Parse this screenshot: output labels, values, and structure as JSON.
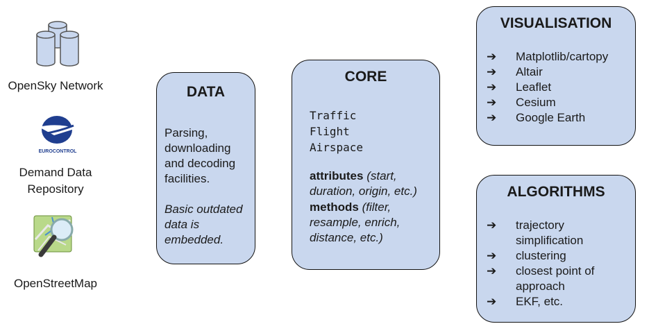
{
  "sources": [
    {
      "label": "OpenSky Network",
      "icon": "database-icon"
    },
    {
      "label": "Demand Data\nRepository",
      "icon": "eurocontrol-logo",
      "logo_text": "EUROCONTROL"
    },
    {
      "label": "OpenStreetMap",
      "icon": "openstreetmap-logo"
    }
  ],
  "data_box": {
    "title": "DATA",
    "description": "Parsing, downloading and decoding facilities.",
    "note": "Basic outdated data is embedded."
  },
  "core_box": {
    "title": "CORE",
    "classes": [
      "Traffic",
      "Flight",
      "Airspace"
    ],
    "attributes_label": "attributes",
    "attributes_detail": "(start, duration, origin, etc.)",
    "methods_label": "methods",
    "methods_detail": "(filter, resample, enrich, distance, etc.)"
  },
  "visualisation_box": {
    "title": "VISUALISATION",
    "arrow": "➔",
    "items": [
      "Matplotlib/cartopy",
      "Altair",
      "Leaflet",
      "Cesium",
      "Google Earth"
    ]
  },
  "algorithms_box": {
    "title": "ALGORITHMS",
    "arrow": "➔",
    "items": [
      "trajectory simplification",
      "clustering",
      "closest point of approach",
      "EKF, etc."
    ]
  },
  "colors": {
    "box_fill": "#c9d7ee",
    "box_border": "#111111",
    "eurocontrol_blue": "#1f3e8f",
    "osm_green": "#b9d98a"
  }
}
